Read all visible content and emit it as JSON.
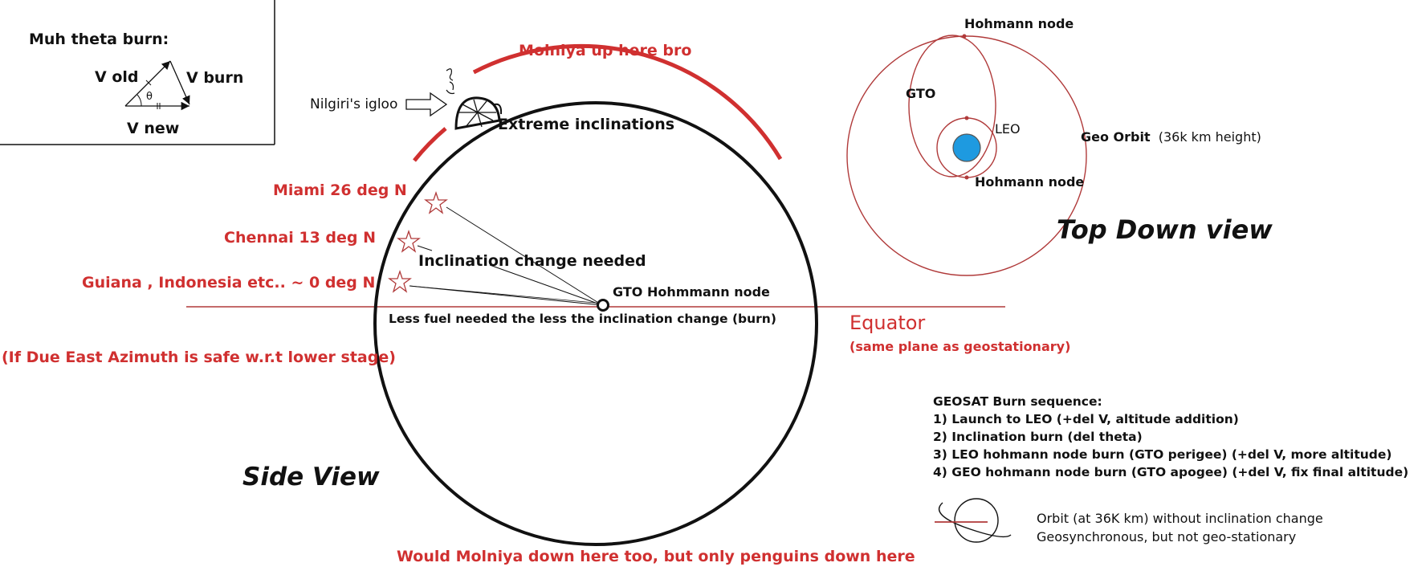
{
  "colors": {
    "red_text": "#d03030",
    "orbit_line": "#b03a3a",
    "earth_blue": "#1e9ae0",
    "black": "#111111"
  },
  "inset": {
    "title": "Muh theta burn:",
    "v_old": "V old",
    "v_burn": "V burn",
    "v_new": "V new",
    "theta_symbol": "θ"
  },
  "side_view": {
    "molniya_up": "Molniya up here bro",
    "igloo_label": "Nilgiri's igloo",
    "extreme_inclinations": "Extreme inclinations",
    "miami": "Miami 26 deg N",
    "chennai": "Chennai 13 deg N",
    "guiana": "Guiana , Indonesia etc.. ~ 0 deg N",
    "inclination_change": "Inclination change needed",
    "gto_node": "GTO Hohmmann node",
    "less_fuel": "Less fuel needed the less the inclination change (burn)",
    "equator": "Equator",
    "equator_note": "(same plane as geostationary)",
    "due_east": "(If Due East Azimuth is safe w.r.t lower stage)",
    "view_title": "Side View",
    "molniya_down": "Would Molniya down here too, but only penguins down here"
  },
  "top_view": {
    "hohmann_top": "Hohmann node",
    "gto": "GTO",
    "leo": "LEO",
    "geo_orbit": "Geo Orbit",
    "geo_height": "(36k km height)",
    "hohmann_bottom": "Hohmann node",
    "view_title": "Top Down view"
  },
  "burn_sequence": {
    "title": "GEOSAT Burn sequence:",
    "steps": [
      "1) Launch to LEO (+del V, altitude addition)",
      "2) Inclination burn (del theta)",
      "3) LEO hohmann node burn (GTO perigee) (+del V, more altitude)",
      "4) GEO hohmann node burn (GTO apogee) (+del V, fix final altitude)"
    ]
  },
  "legend": {
    "line1": "Orbit (at 36K km) without inclination change",
    "line2": "Geosynchronous, but not geo-stationary"
  }
}
